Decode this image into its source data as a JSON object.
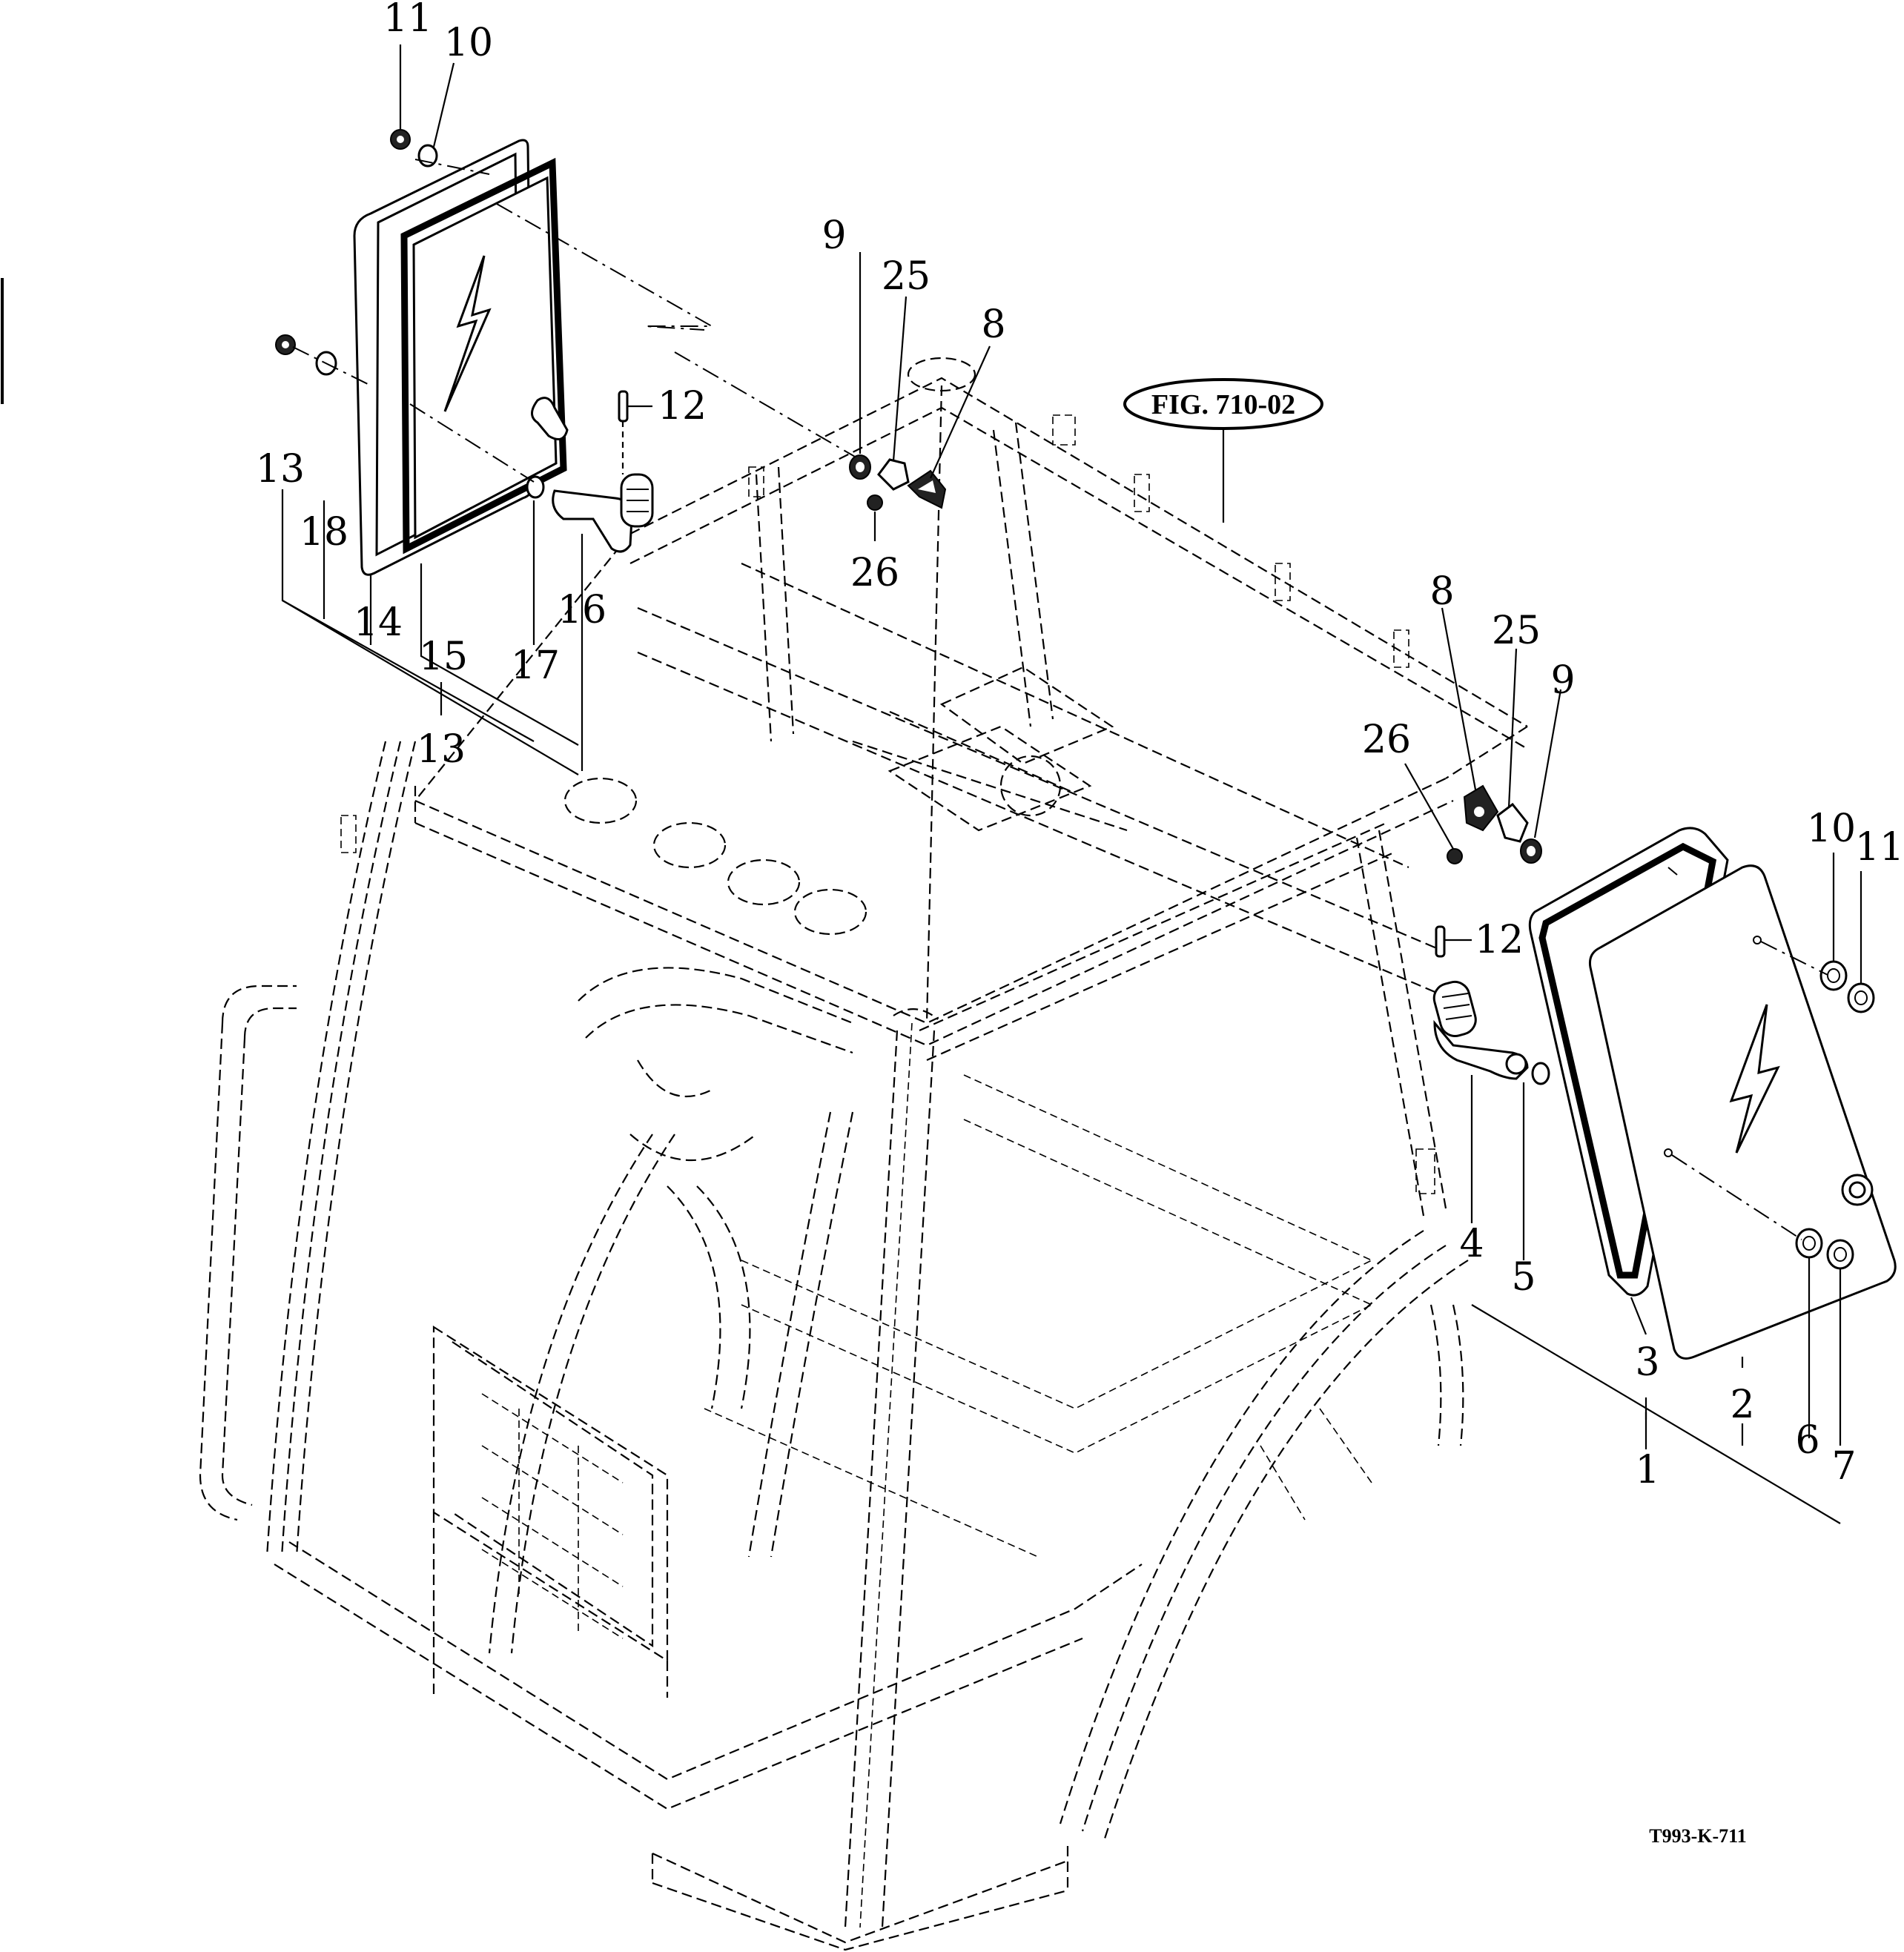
{
  "figure_reference": "FIG. 710-02",
  "drawing_number": "T993-K-711",
  "left_window_callouts": {
    "c11": "11",
    "c10": "10",
    "c13a": "13",
    "c18": "18",
    "c14": "14",
    "c15": "15",
    "c17": "17",
    "c16": "16",
    "c12": "12",
    "c13_assembly": "13"
  },
  "latch_left_callouts": {
    "c9": "9",
    "c25": "25",
    "c8": "8",
    "c26": "26"
  },
  "latch_right_callouts": {
    "c8": "8",
    "c25": "25",
    "c9": "9",
    "c26": "26",
    "c12": "12"
  },
  "right_window_callouts": {
    "c10": "10",
    "c11": "11",
    "c4": "4",
    "c5": "5",
    "c3": "3",
    "c2": "2",
    "c1_assembly": "1",
    "c6": "6",
    "c7": "7"
  },
  "icons": [
    "lightning-bolt-icon",
    "lightning-bolt-icon"
  ]
}
